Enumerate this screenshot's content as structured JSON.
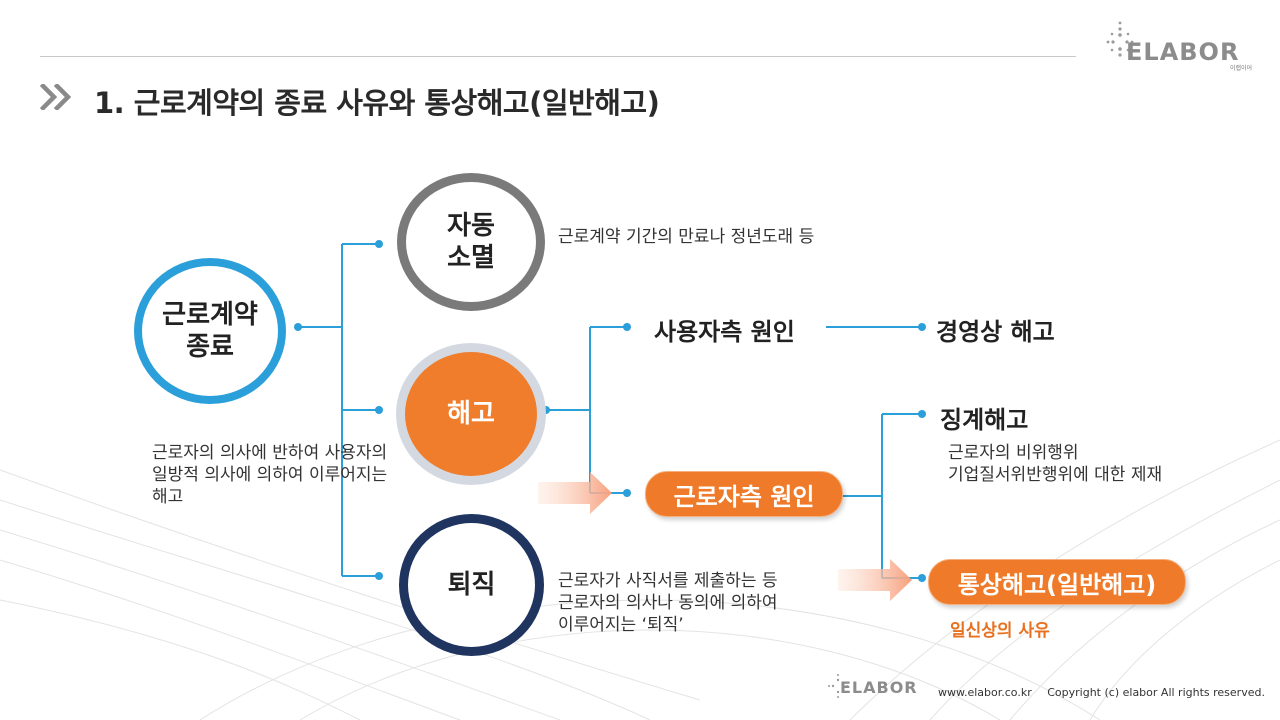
{
  "header": {
    "title": "1. 근로계약의 종료 사유와 통상해고(일반해고)",
    "logo_text": "ELABOR",
    "logo_subtext": "이랩이어"
  },
  "diagram": {
    "root": {
      "label": "근로계약\n종료"
    },
    "auto": {
      "label": "자동\n소멸",
      "desc": "근로계약 기간의 만료나 정년도래 등"
    },
    "dismissal": {
      "label": "해고",
      "desc": "근로자의 의사에 반하여 사용자의\n일방적 의사에 의하여 이루어지는\n해고"
    },
    "resign": {
      "label": "퇴직",
      "desc": "근로자가 사직서를 제출하는 등\n근로자의 의사나 동의에 의하여\n이루어지는 ‘퇴직’"
    },
    "employer_cause": {
      "label": "사용자측 원인"
    },
    "managerial": {
      "label": "경영상 해고"
    },
    "worker_cause": {
      "label": "근로자측 원인"
    },
    "disciplinary": {
      "label": "징계해고",
      "desc": "근로자의 비위행위\n기업질서위반행위에 대한 제재"
    },
    "normal": {
      "label": "통상해고(일반해고)",
      "desc": "일신상의 사유"
    }
  },
  "colors": {
    "line_blue": "#2b9fd9",
    "orange": "#ee7a2a",
    "navy": "#1f3560",
    "gray": "#7a7a7a"
  },
  "footer": {
    "url": "www.elabor.co.kr",
    "copyright": "Copyright (c) elabor All rights reserved.",
    "logo_text": "ELABOR"
  }
}
